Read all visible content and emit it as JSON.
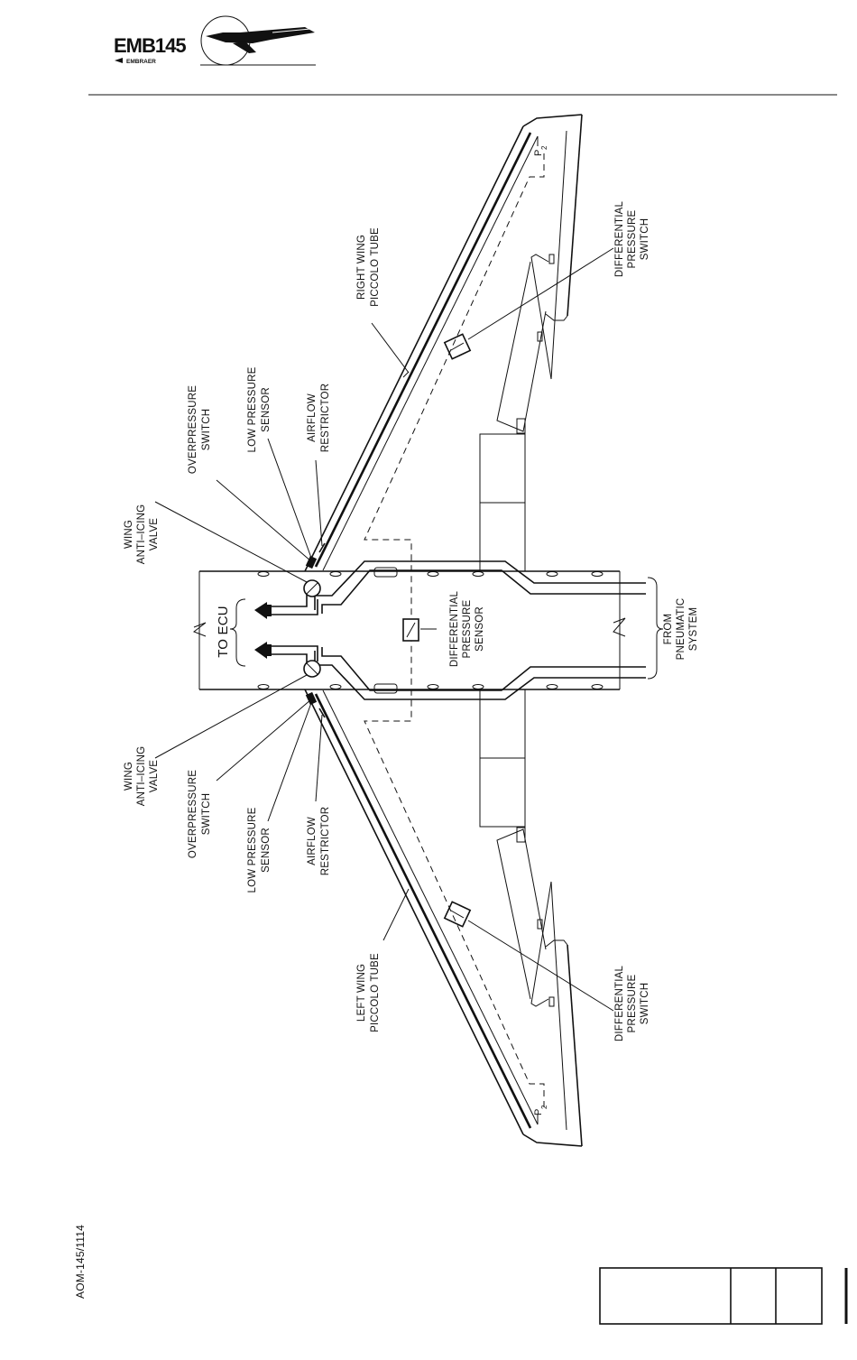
{
  "header": {
    "logo_model": "EMB145",
    "logo_maker": "EMBRAER"
  },
  "doc_code": "AOM-145/1114",
  "labels": {
    "right_wing_tube": [
      "RIGHT WING",
      "PICCOLO TUBE"
    ],
    "left_wing_tube": [
      "LEFT  WING",
      "PICCOLO TUBE"
    ],
    "wing_valve": [
      "WING",
      "ANTI–ICING",
      "VALVE"
    ],
    "overpressure": [
      "OVERPRESSURE",
      "SWITCH"
    ],
    "low_pressure": [
      "LOW PRESSURE",
      "SENSOR"
    ],
    "airflow": [
      "AIRFLOW",
      "RESTRICTOR"
    ],
    "diff_switch": [
      "DIFFERENTIAL",
      "PRESSURE",
      "SWITCH"
    ],
    "diff_sensor": [
      "DIFFERENTIAL",
      "PRESSURE",
      "SENSOR"
    ],
    "pneumatic": [
      "FROM",
      "PNEUMATIC",
      "SYSTEM"
    ],
    "to_ecu": "TO ECU",
    "p2": "P",
    "p2_sub": "2"
  },
  "colors": {
    "ink": "#111111",
    "background": "#ffffff"
  }
}
